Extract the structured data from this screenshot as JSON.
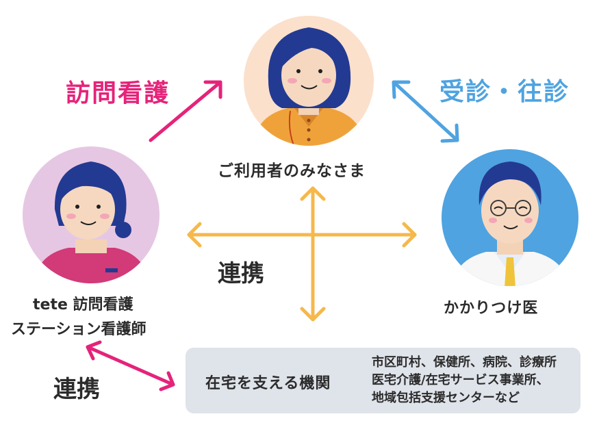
{
  "nodes": {
    "patient": "ご利用者のみなさま",
    "nurse_line1": "tete 訪問看護",
    "nurse_line2": "ステーション看護師",
    "doctor": "かかりつけ医"
  },
  "edges": {
    "visit_nursing": "訪問看護",
    "consultation": "受診・往診",
    "cooperation_center": "連携",
    "cooperation_left": "連携"
  },
  "organizations": {
    "title": "在宅を支える機関",
    "items": [
      "市区町村、保健所、病院、診療所",
      "医宅介護/在宅サービス事業所、",
      "地域包括支援センターなど"
    ]
  },
  "colors": {
    "pink": "#e5237a",
    "blue": "#4fa3e0",
    "orange": "#f6b84b",
    "box": "#dfe3ea"
  }
}
